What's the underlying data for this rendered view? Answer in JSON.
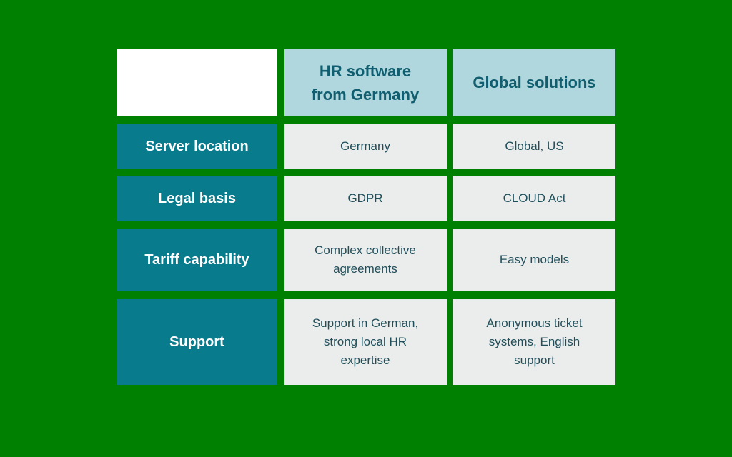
{
  "colors": {
    "background": "#008000",
    "empty_cell_bg": "#ffffff",
    "header_cell_bg": "#b0d7dd",
    "header_text": "#105e70",
    "label_cell_bg": "#087b8c",
    "label_text": "#ffffff",
    "value_cell_bg": "#ebedec",
    "value_text": "#1f4f5b"
  },
  "chart_data": {
    "type": "table",
    "columns": [
      "",
      "HR software from Germany",
      "Global solutions"
    ],
    "rows": [
      [
        "Server location",
        "Germany",
        "Global, US"
      ],
      [
        "Legal basis",
        "GDPR",
        "CLOUD Act"
      ],
      [
        "Tariff capability",
        "Complex collective agreements",
        "Easy models"
      ],
      [
        "Support",
        "Support in German, strong local HR expertise",
        "Anonymous ticket systems, English support"
      ]
    ]
  },
  "table": {
    "headers": [
      "",
      "HR software\nfrom Germany",
      "Global solutions"
    ],
    "rows": [
      {
        "label": "Server location",
        "values": [
          "Germany",
          "Global, US"
        ]
      },
      {
        "label": "Legal basis",
        "values": [
          "GDPR",
          "CLOUD Act"
        ]
      },
      {
        "label": "Tariff capability",
        "values": [
          "Complex collective\nagreements",
          "Easy models"
        ]
      },
      {
        "label": "Support",
        "values": [
          "Support in German,\nstrong local HR\nexpertise",
          "Anonymous ticket\nsystems, English\nsupport"
        ]
      }
    ]
  }
}
